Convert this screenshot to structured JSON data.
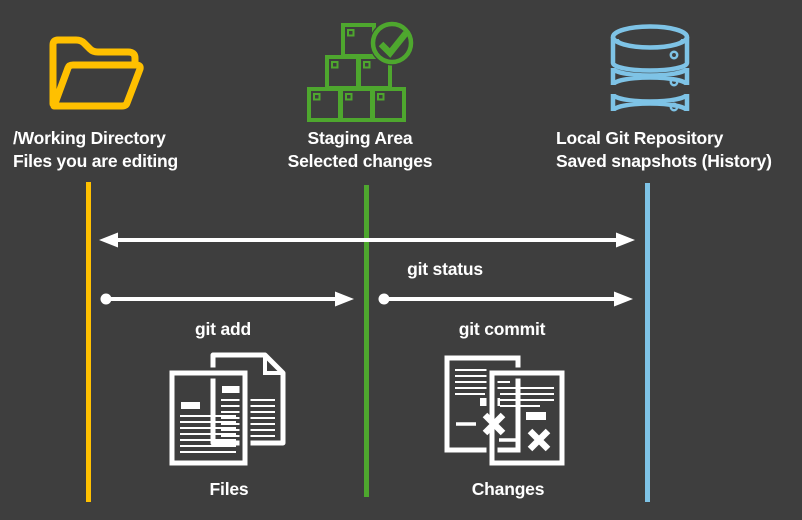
{
  "colors": {
    "background": "#3E3E3E",
    "working_directory_accent": "#FFC000",
    "staging_area_accent": "#4EA72E",
    "repository_accent": "#7EC3E6",
    "text": "#FFFFFF",
    "arrows": "#FFFFFF"
  },
  "columns": [
    {
      "key": "working-directory",
      "icon": "open-folder-icon",
      "title": "/Working Directory",
      "subtitle": "Files you are editing",
      "accent": "#FFC000"
    },
    {
      "key": "staging-area",
      "icon": "staging-boxes-check-icon",
      "title": "Staging Area",
      "subtitle": "Selected changes",
      "accent": "#4EA72E"
    },
    {
      "key": "local-repository",
      "icon": "database-icon",
      "title": "Local Git Repository",
      "subtitle": "Saved snapshots (History)",
      "accent": "#7EC3E6"
    }
  ],
  "arrows": [
    {
      "key": "git-status",
      "label": "git status",
      "style": "double-headed",
      "from": "working-directory",
      "to": "local-repository"
    },
    {
      "key": "git-add",
      "label": "git add",
      "style": "dot-to-arrowhead",
      "from": "working-directory",
      "to": "staging-area"
    },
    {
      "key": "git-commit",
      "label": "git commit",
      "style": "dot-to-arrowhead",
      "from": "staging-area",
      "to": "local-repository"
    }
  ],
  "artifacts": [
    {
      "key": "files",
      "icon": "overlapping-documents-icon",
      "label": "Files"
    },
    {
      "key": "changes",
      "icon": "changed-documents-icon",
      "label": "Changes"
    }
  ]
}
